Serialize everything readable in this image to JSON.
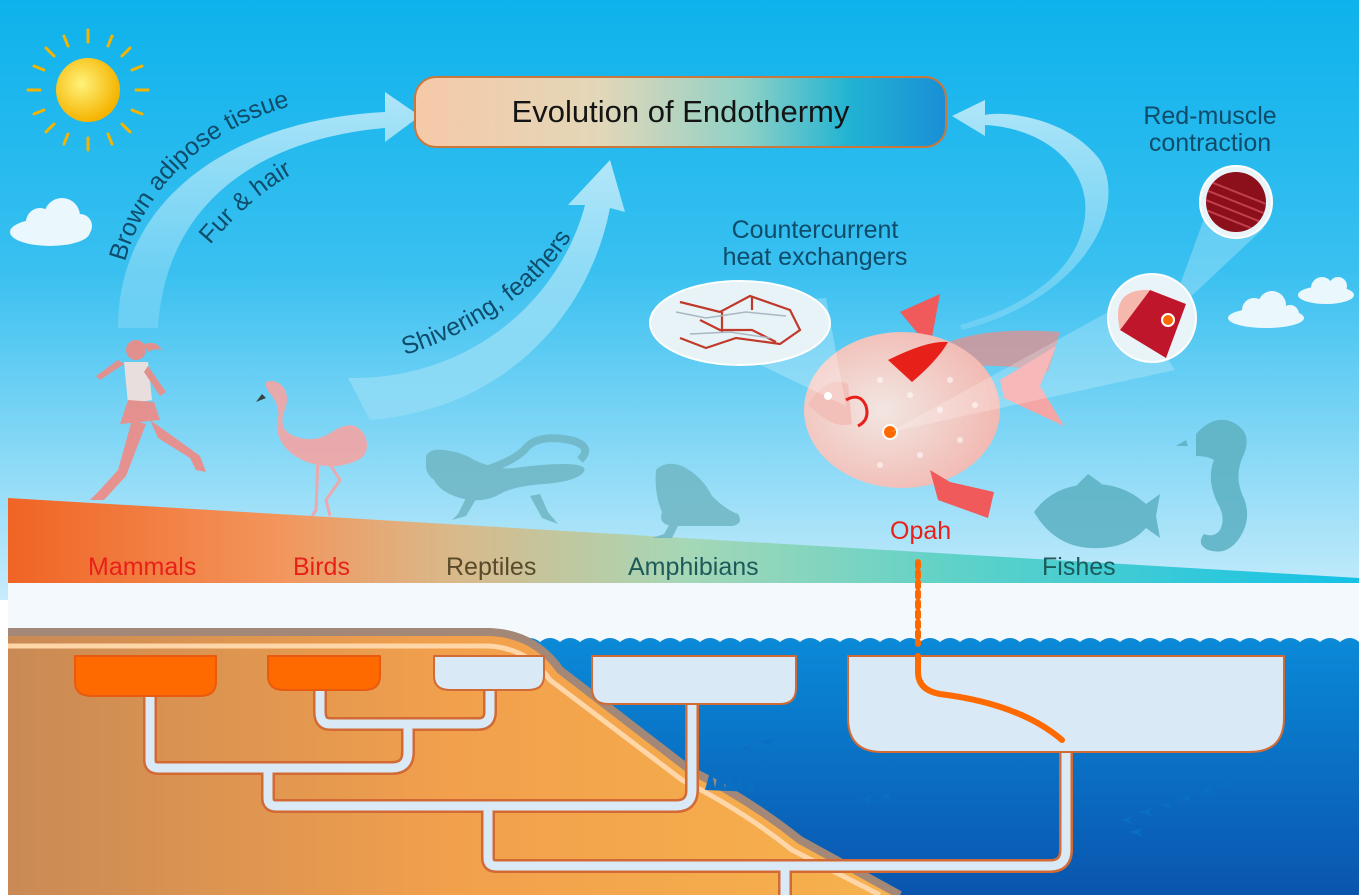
{
  "title": "Evolution of Endothermy",
  "arrow_labels": {
    "brown_adipose": "Brown adipose tissue",
    "fur_hair": "Fur & hair",
    "shivering": "Shivering, feathers"
  },
  "callouts": {
    "countercurrent_line1": "Countercurrent",
    "countercurrent_line2": "heat exchangers",
    "redmuscle_line1": "Red-muscle",
    "redmuscle_line2": "contraction"
  },
  "groups": {
    "mammals": "Mammals",
    "birds": "Birds",
    "reptiles": "Reptiles",
    "amphibians": "Amphibians",
    "opah": "Opah",
    "fishes": "Fishes"
  },
  "colors": {
    "endotherm": "#e8201a",
    "ectotherm_text": "#1d5a5a",
    "sky_top": "#0fb3ec",
    "sky_bottom": "#bfe9fb",
    "sea": "#0a78c8",
    "land": "#f4a24a",
    "tree_endotherm": "#ff6a00",
    "tree_branch": "#d9e9f5"
  }
}
